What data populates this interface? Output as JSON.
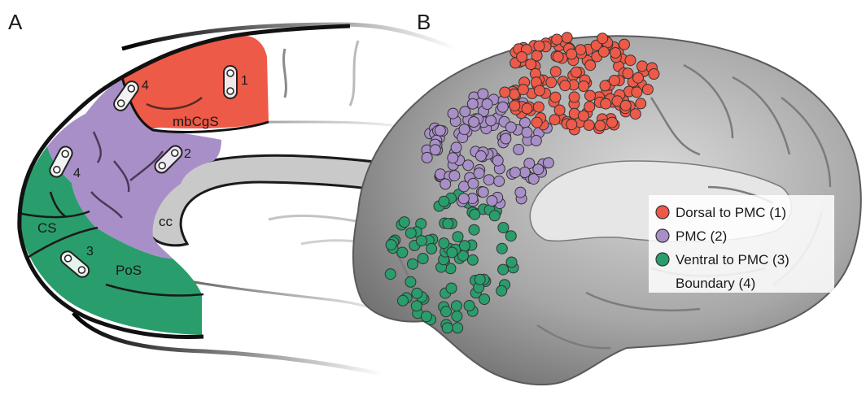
{
  "panels": {
    "a": {
      "letter": "A"
    },
    "b": {
      "letter": "B"
    }
  },
  "regions": {
    "dorsal": {
      "label": "mbCgS",
      "color": "#ee5a48",
      "electrode_label": "1"
    },
    "pmc": {
      "color": "#a98fc8",
      "electrode_label": "2"
    },
    "ventral": {
      "color": "#2a9d6c",
      "electrode_label": "3",
      "labels": [
        "CS",
        "PoS"
      ]
    },
    "cc": {
      "label": "cc",
      "color": "#c9c9c9"
    },
    "boundary": {
      "electrode_label": "4"
    }
  },
  "legend": {
    "items": [
      {
        "label": "Dorsal to PMC (1)",
        "color": "#ee5a48"
      },
      {
        "label": "PMC (2)",
        "color": "#a98fc8"
      },
      {
        "label": "Ventral to PMC (3)",
        "color": "#2a9d6c"
      },
      {
        "label": "Boundary (4)",
        "color": ""
      }
    ]
  },
  "electrode_counts": {
    "dorsal": 150,
    "pmc": 110,
    "ventral": 90
  }
}
